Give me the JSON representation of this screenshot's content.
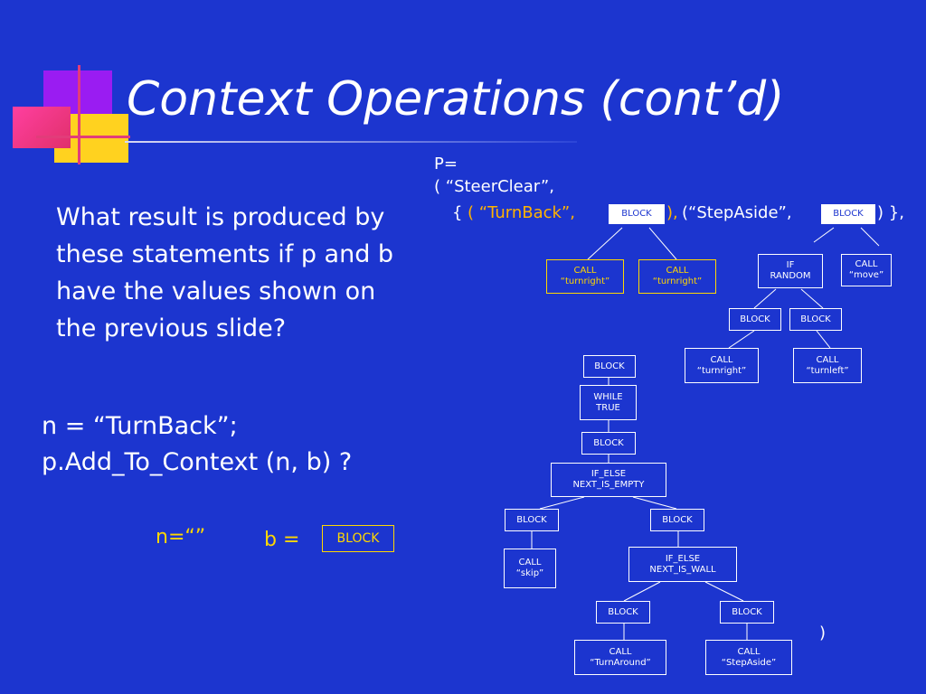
{
  "slide": {
    "title": "Context Operations (cont’d)",
    "question": "What result is produced by these statements if p and b have the values shown on the previous slide?",
    "code_line1": "n = “TurnBack”;",
    "code_line2": "p.Add_To_Context (n, b) ?",
    "n_assign": "n=“”",
    "b_assign": "b =",
    "b_block": "BLOCK"
  },
  "p_expr": {
    "line1": "P=",
    "line2": "( “SteerClear”,",
    "line3_open": "{ ",
    "turnback": "( “TurnBack”,",
    "turnback_close": "),",
    "stepaside": " (“StepAside”,",
    "stepaside_close": ") },",
    "close_paren": ")"
  },
  "tree": {
    "turnback_block": "BLOCK",
    "stepaside_block": "BLOCK",
    "call_turnright_1": "CALL\n“turnright”",
    "call_turnright_2": "CALL\n“turnright”",
    "if_random": "IF\nRANDOM",
    "call_move": "CALL\n“move”",
    "block_a": "BLOCK",
    "block_b": "BLOCK",
    "call_turnright_3": "CALL\n“turnright”",
    "call_turnleft": "CALL\n“turnleft”",
    "block_top": "BLOCK",
    "while_true": "WHILE\nTRUE",
    "block_mid": "BLOCK",
    "if_else_empty": "IF_ELSE\nNEXT_IS_EMPTY",
    "block_left": "BLOCK",
    "block_right": "BLOCK",
    "call_skip": "CALL\n“skip”",
    "if_else_wall": "IF_ELSE\nNEXT_IS_WALL",
    "block_ll": "BLOCK",
    "block_lr": "BLOCK",
    "call_turnaround": "CALL\n“TurnAround”",
    "call_stepaside": "CALL\n“StepAside”"
  }
}
